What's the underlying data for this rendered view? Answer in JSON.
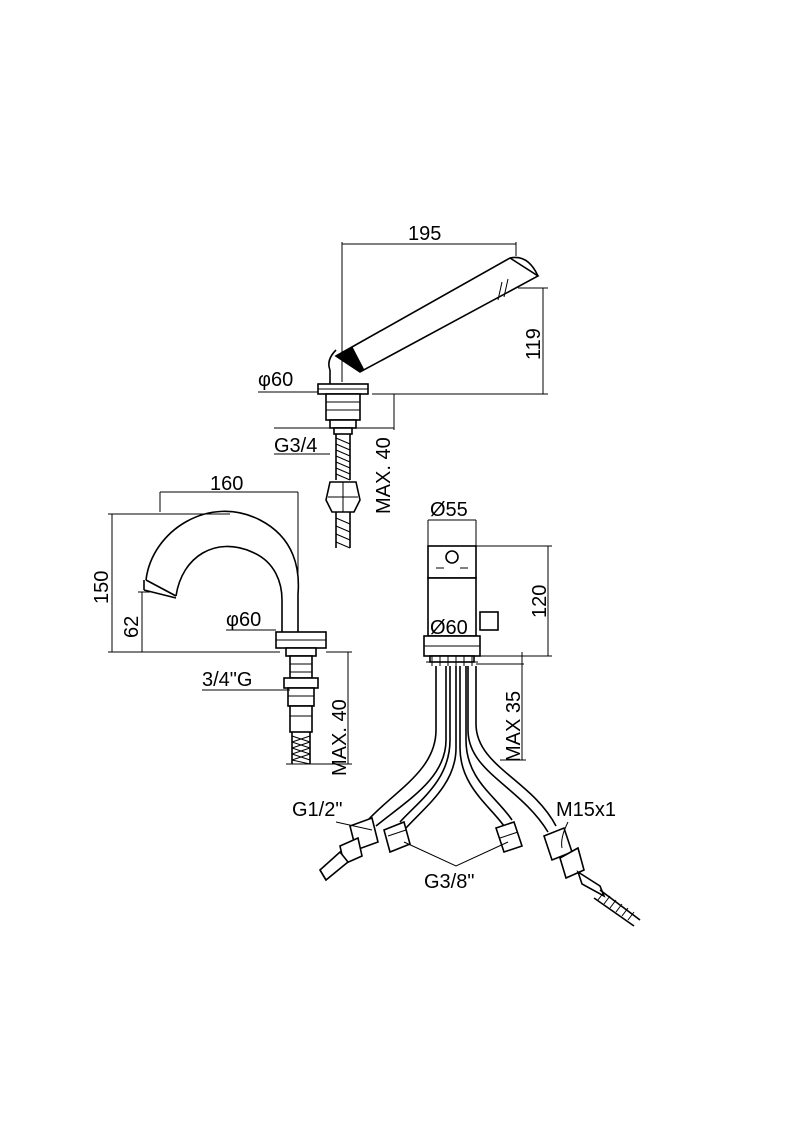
{
  "hand_shower": {
    "width_label": "195",
    "height_label": "119",
    "diameter_label": "φ60",
    "thread_label": "G3/4",
    "max_label": "MAX. 40"
  },
  "spout": {
    "width_label": "160",
    "height_label": "150",
    "outlet_height_label": "62",
    "diameter_label": "φ60",
    "thread_label": "3/4\"G",
    "max_label": "MAX. 40"
  },
  "mixer": {
    "top_diameter_label": "Ø55",
    "height_label": "120",
    "base_diameter_label": "Ø60",
    "max_label": "MAX 35",
    "inlet_thread_label": "G1/2\"",
    "hose_thread_label": "G3/8\"",
    "hose_connector_label": "M15x1"
  }
}
